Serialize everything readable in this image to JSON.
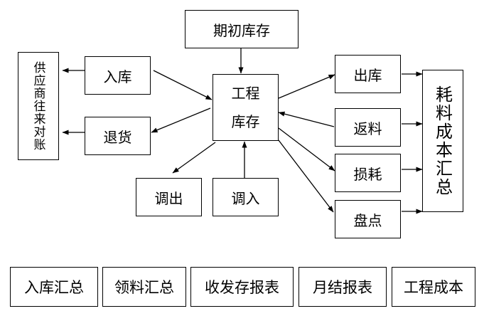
{
  "nodes": {
    "opening_inventory": "期初库存",
    "stock_in": "入库",
    "supplier_account": "供应商往来对账",
    "return_goods": "退货",
    "project_inventory": "工程\n库存",
    "transfer_out": "调出",
    "transfer_in": "调入",
    "outbound": "出库",
    "material_return": "返料",
    "loss": "损耗",
    "stocktake": "盘点",
    "consumption_cost_summary": "耗料成本汇总"
  },
  "reports": [
    "入库汇总",
    "领料汇总",
    "收发存报表",
    "月结报表",
    "工程成本"
  ]
}
